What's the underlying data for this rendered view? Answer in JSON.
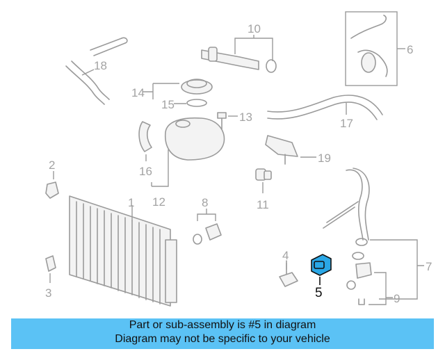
{
  "diagram": {
    "highlight_color": "#2aa7e6",
    "callouts": [
      "1",
      "2",
      "3",
      "4",
      "5",
      "6",
      "7",
      "8",
      "9",
      "10",
      "11",
      "12",
      "13",
      "14",
      "15",
      "16",
      "17",
      "18",
      "19"
    ],
    "highlighted_callout": "5"
  },
  "banner": {
    "line1": "Part or sub-assembly is #5 in diagram",
    "line2": "Diagram may not be specific to your vehicle",
    "color": "#5bc2f5"
  }
}
